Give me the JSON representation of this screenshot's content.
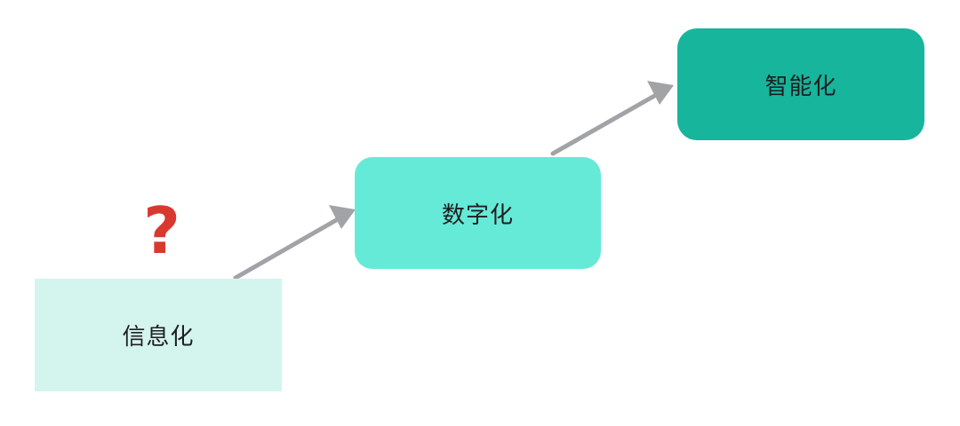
{
  "diagram": {
    "nodes": [
      {
        "label": "信息化",
        "color": "#d4f5ee"
      },
      {
        "label": "数字化",
        "color": "#66ead8"
      },
      {
        "label": "智能化",
        "color": "#17b59c"
      }
    ],
    "question_mark": {
      "text": "?",
      "color": "#d9382f"
    },
    "arrow_color": "#a2a3a6"
  }
}
